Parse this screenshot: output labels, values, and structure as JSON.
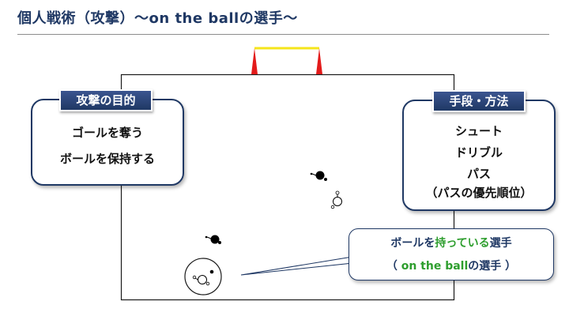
{
  "title": "個人戦術（攻撃）～on the ballの選手～",
  "goal_box": {
    "label": "攻撃の目的",
    "lines": [
      "ゴールを奪う",
      "ボールを保持する"
    ]
  },
  "means_box": {
    "label": "手段・方法",
    "lines": [
      "シュート",
      "ドリブル",
      "パス",
      "（パスの優先順位）"
    ]
  },
  "callout": {
    "line1_part1": "ボールを",
    "line1_part2": "持っている",
    "line1_part3": "選手",
    "line2_open": "（ ",
    "line2_highlight": "on the ball",
    "line2_rest": "の選手 ）"
  },
  "colors": {
    "navy": "#1f3864",
    "green": "#2e9e2e",
    "goal_post": "#e31b1b",
    "goal_bar": "#f5e51a"
  },
  "icons": {
    "goal_posts": "red-triangle",
    "defender": "black-dot-with-arrow",
    "attacker": "white-circle-player"
  }
}
